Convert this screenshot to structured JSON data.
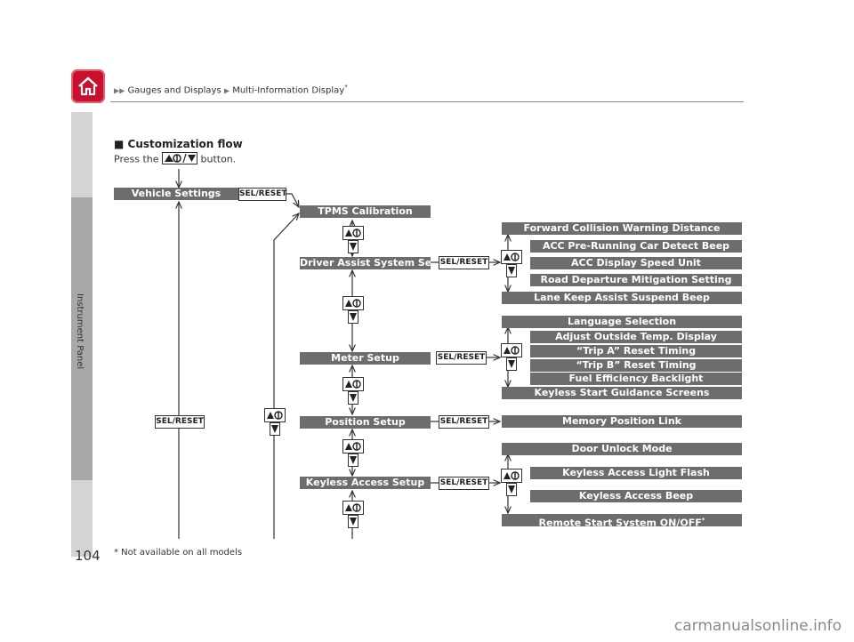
{
  "breadcrumb": {
    "items": [
      "Gauges and Displays",
      "Multi-Information Display"
    ],
    "asterisk": "*"
  },
  "sidebar": {
    "label": "Instrument Panel"
  },
  "section": {
    "marker": "■",
    "title": "Customization flow",
    "press_before": "Press the",
    "press_after": "button."
  },
  "flow": {
    "sel_reset_label": "SEL/RESET",
    "vehicle_settings": "Vehicle Settings",
    "menu": [
      "TPMS Calibration",
      "Driver Assist System Setup",
      "Meter Setup",
      "Position Setup",
      "Keyless Access Setup"
    ],
    "driver_assist": [
      "Forward Collision Warning Distance",
      "ACC Pre-Running Car Detect Beep",
      "ACC Display Speed Unit",
      "Road Departure Mitigation Setting",
      "Lane Keep Assist Suspend Beep"
    ],
    "meter": [
      "Language Selection",
      "Adjust Outside Temp. Display",
      "“Trip A” Reset Timing",
      "“Trip B” Reset Timing",
      "Fuel Efficiency Backlight",
      "Keyless Start Guidance Screens"
    ],
    "position": [
      "Memory Position Link"
    ],
    "keyless": [
      "Door Unlock Mode",
      "Keyless Access Light Flash",
      "Keyless Access Beep",
      "Remote Start System ON/OFF"
    ],
    "remote_asterisk": "*"
  },
  "footer": {
    "page_number": "104",
    "footnote": "* Not available on all models",
    "watermark": "carmanualsonline.info"
  },
  "colors": {
    "accent": "#c8102e",
    "bar": "#6d6d6d"
  }
}
